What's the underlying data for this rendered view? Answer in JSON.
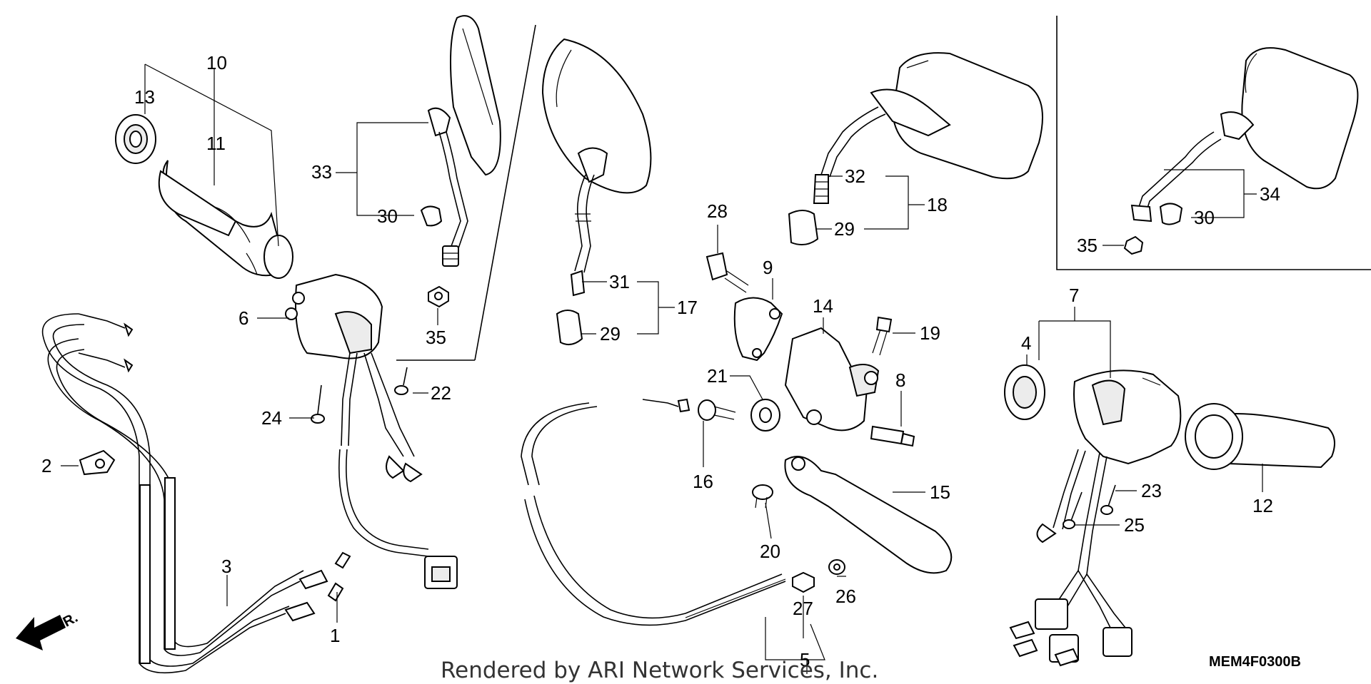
{
  "diagram": {
    "callouts": [
      "10",
      "13",
      "11",
      "33",
      "30",
      "35",
      "6",
      "2",
      "3",
      "1",
      "24",
      "22",
      "31",
      "17",
      "29",
      "32",
      "18",
      "29",
      "28",
      "9",
      "14",
      "19",
      "21",
      "8",
      "16",
      "15",
      "20",
      "26",
      "27",
      "5",
      "7",
      "4",
      "23",
      "25",
      "12",
      "34",
      "30",
      "35"
    ],
    "watermark": "Rendered by ARI Network Services, Inc.",
    "part_code": "MEM4F0300B",
    "direction_label": "FR."
  }
}
